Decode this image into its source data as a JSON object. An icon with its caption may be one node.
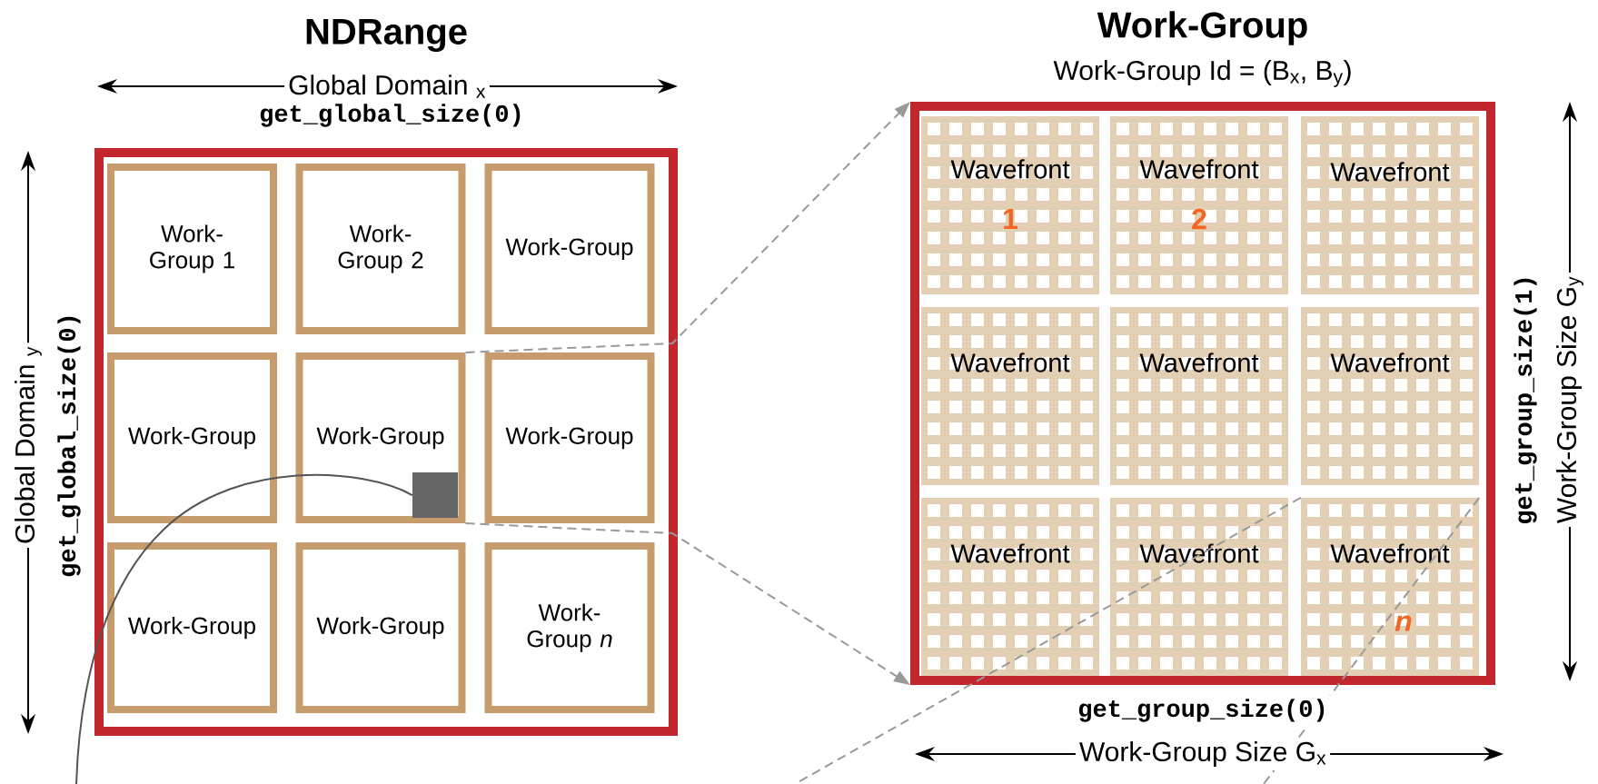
{
  "diagram": {
    "nodes": [
      {
        "text": [
          "NDRange"
        ]
      },
      {
        "text": [
          "Work-Group 1"
        ],
        "in": 0
      },
      {
        "text": [
          "Work-Group 2"
        ],
        "in": 0
      },
      {
        "text": [
          "Work-Group"
        ],
        "in": 0
      },
      {
        "text": [
          "Work-Group"
        ],
        "in": 0
      },
      {
        "text": [
          "Work-Group"
        ],
        "in": 0
      },
      {
        "text": [
          "Work-Group"
        ],
        "in": 0
      },
      {
        "text": [
          "Work-Group"
        ],
        "in": 0
      },
      {
        "text": [
          "Work-Group"
        ],
        "in": 0
      },
      {
        "text": [
          "Work-Group *n*"
        ],
        "in": 0
      },
      {
        "text": [],
        "shape": "box",
        "in": 5
      },
      {
        "text": [
          "Work-Group",
          "Work-Group Id = (B$_{x}$, B$_{y}$)"
        ]
      },
      {
        "text": [
          "Wavefront",
          "1"
        ],
        "in": 11
      },
      {
        "text": [
          "Wavefront",
          "2"
        ],
        "in": 11
      },
      {
        "text": [
          "Wavefront"
        ],
        "in": 11
      },
      {
        "text": [
          "Wavefront"
        ],
        "in": 11
      },
      {
        "text": [
          "Wavefront"
        ],
        "in": 11
      },
      {
        "text": [
          "Wavefront"
        ],
        "in": 11
      },
      {
        "text": [
          "Wavefront"
        ],
        "in": 11
      },
      {
        "text": [
          "Wavefront"
        ],
        "in": 11
      },
      {
        "text": [
          "Wavefront",
          "n"
        ],
        "in": 11
      }
    ],
    "edges": [
      {
        "from": 5,
        "to": 11,
        "arrow": "to",
        "style": "dashed"
      },
      {
        "from": 5,
        "to": 11,
        "arrow": "to",
        "style": "dashed"
      },
      {
        "from": 20,
        "to": null,
        "arrow": "none",
        "style": "dashed"
      },
      {
        "from": 20,
        "to": null,
        "arrow": "none",
        "style": "dashed"
      },
      {
        "from": 10,
        "to": null,
        "arrow": "none",
        "color": "#555555"
      }
    ],
    "labels": [
      "Global Domain $_{x}$",
      "get_global_size(0)",
      "Global Domain $_{y}$",
      "get_global_size(0)",
      "get_group_size(1)",
      "Work-Group Size G$_{y}$",
      "get_group_size(0)",
      "Work-Group Size G$_{x}$"
    ]
  }
}
